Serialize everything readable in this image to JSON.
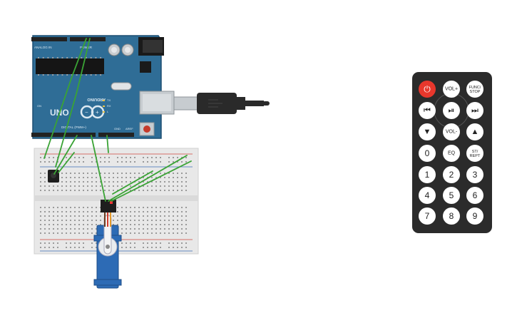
{
  "arduino": {
    "brand": "ARDUINO",
    "model": "UNO",
    "header_analog": "ANALOG IN",
    "header_power": "POWER",
    "header_digital": "DIGITAL (PWM~)",
    "label_on": "ON",
    "label_tx": "TX",
    "label_rx": "RX",
    "label_l": "L",
    "label_aref": "AREF",
    "label_gnd": "GND",
    "colors": {
      "board": "#2f6d96",
      "board_edge": "#1d4f72",
      "header": "#222222"
    }
  },
  "remote": {
    "rows": [
      [
        {
          "label": "⏻",
          "icon": "power-icon",
          "style": "power"
        },
        {
          "label": "VOL+",
          "style": "small"
        },
        {
          "label": "FUNC/STOP",
          "style": "small2"
        }
      ],
      [
        {
          "label": "⏮",
          "icon": "prev-icon",
          "style": "icon"
        },
        {
          "label": "⏯",
          "icon": "play-pause-icon",
          "style": "icon"
        },
        {
          "label": "⏭",
          "icon": "next-icon",
          "style": "icon"
        }
      ],
      [
        {
          "label": "▼",
          "icon": "down-icon",
          "style": "icon"
        },
        {
          "label": "VOL-",
          "style": "small"
        },
        {
          "label": "▲",
          "icon": "up-icon",
          "style": "icon"
        }
      ],
      [
        {
          "label": "0",
          "style": "num"
        },
        {
          "label": "EQ",
          "style": "small"
        },
        {
          "label": "ST/REPT",
          "style": "small2"
        }
      ],
      [
        {
          "label": "1",
          "style": "num"
        },
        {
          "label": "2",
          "style": "num"
        },
        {
          "label": "3",
          "style": "num"
        }
      ],
      [
        {
          "label": "4",
          "style": "num"
        },
        {
          "label": "5",
          "style": "num"
        },
        {
          "label": "6",
          "style": "num"
        }
      ],
      [
        {
          "label": "7",
          "style": "num"
        },
        {
          "label": "8",
          "style": "num"
        },
        {
          "label": "9",
          "style": "num"
        }
      ]
    ],
    "colors": {
      "body": "#2b2b2b",
      "button": "#ffffff",
      "power": "#e8372c"
    }
  },
  "wire_color": "#3aa335"
}
